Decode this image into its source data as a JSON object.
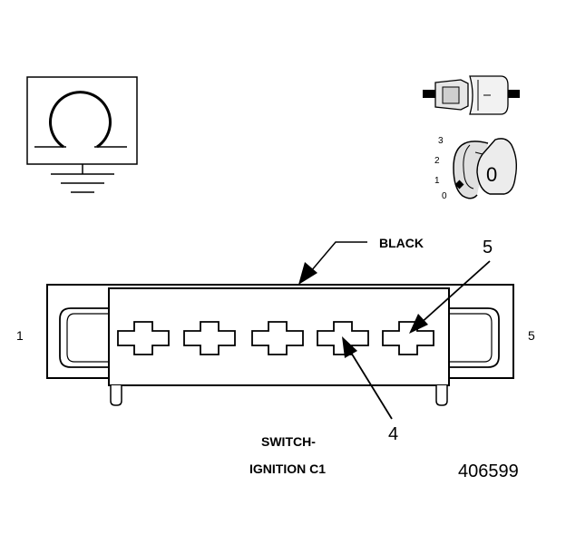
{
  "connector": {
    "color_label": "BLACK",
    "pin_left": "1",
    "pin_right": "5",
    "callout_5": "5",
    "callout_4": "4",
    "caption_line1": "SWITCH-",
    "caption_line2": "IGNITION C1"
  },
  "ignition_key": {
    "positions": [
      "3",
      "2",
      "1",
      "0"
    ],
    "key_label": "0"
  },
  "figure_id": "406599",
  "icons": {
    "ground": "ground-symbol-icon",
    "switch": "ignition-switch-icon"
  },
  "colors": {
    "line": "#000000",
    "background": "#ffffff"
  }
}
